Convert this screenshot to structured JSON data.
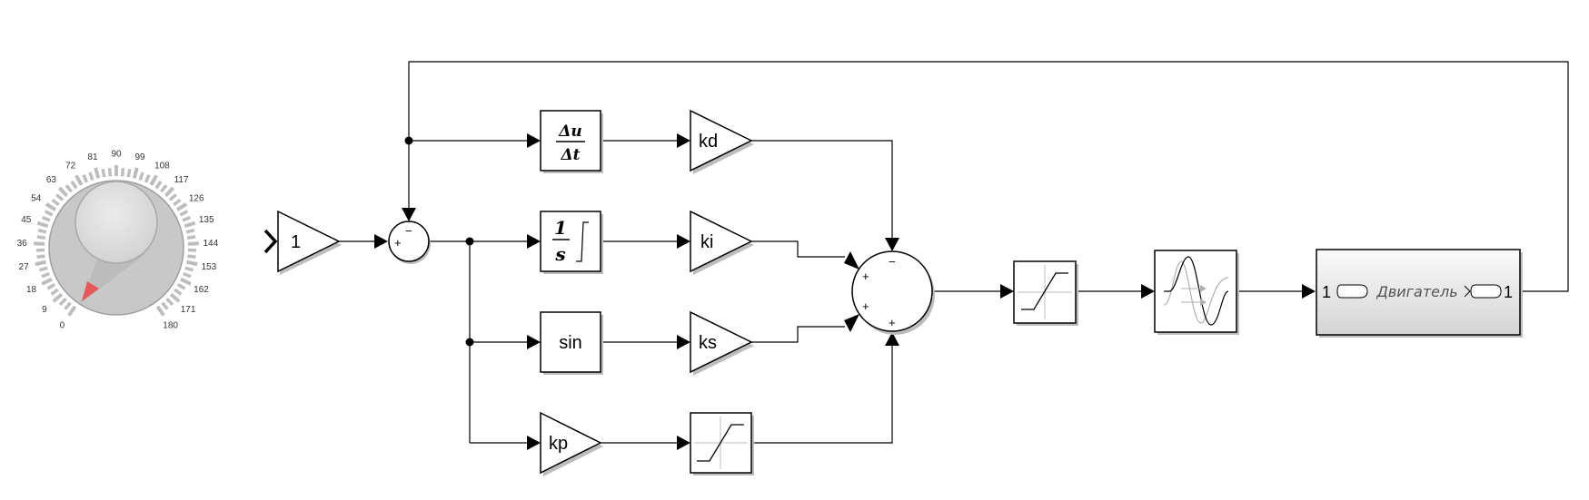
{
  "knob": {
    "tick_labels": [
      "0",
      "9",
      "18",
      "27",
      "36",
      "45",
      "54",
      "63",
      "72",
      "81",
      "90",
      "99",
      "108",
      "117",
      "126",
      "135",
      "144",
      "153",
      "162",
      "171",
      "180"
    ],
    "range": [
      0,
      180
    ],
    "value": 0,
    "pointer_color": "#e8585a"
  },
  "blocks": {
    "input_gain": "1",
    "sum_top_sign": "−",
    "sum_left_sign": "+",
    "derivative": {
      "numerator": "Δu",
      "denominator": "Δt"
    },
    "integrator": {
      "numerator": "1",
      "denominator": "s"
    },
    "sin": "sin",
    "gain_kd": "kd",
    "gain_ki": "ki",
    "gain_ks": "ks",
    "gain_kp": "kp",
    "sum2_top_sign": "−",
    "sum2_upper_left_sign": "+",
    "sum2_lower_left_sign": "+",
    "sum2_bottom_sign": "+",
    "motor_subsystem": {
      "name": "Двигатель",
      "in_port": "1",
      "out_port": "1"
    }
  },
  "colors": {
    "line": "#000000",
    "block_fill": "#ffffff",
    "shadow": "#bdbdbd",
    "knob_ring": "#c8c8c8",
    "knob_face": "#d9d9d9"
  }
}
